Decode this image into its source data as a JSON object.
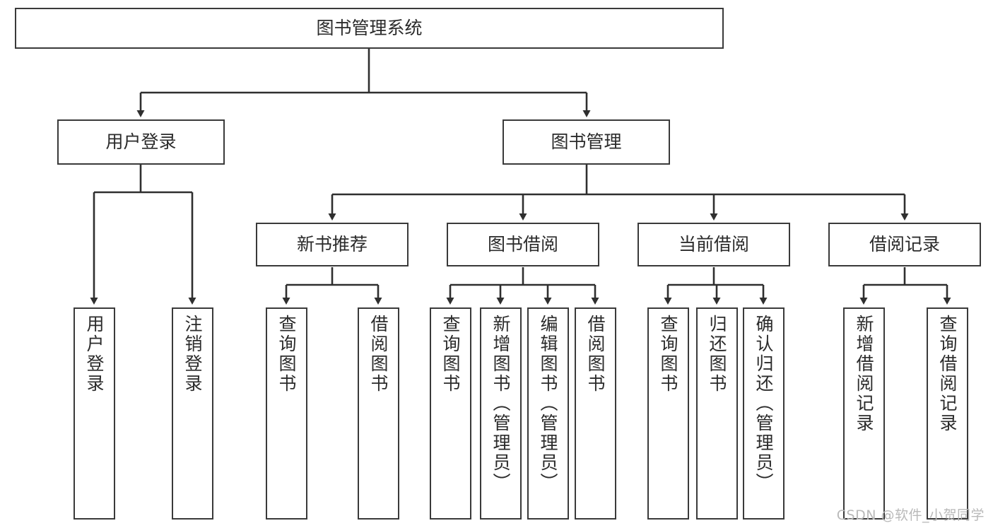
{
  "diagram": {
    "title": "图书管理系统",
    "type": "tree",
    "colors": {
      "box_border": "#3a3a3a",
      "box_fill": "#ffffff",
      "connector": "#2f2f2f",
      "text": "#2b2b2b",
      "watermark": "#b9b9b9",
      "background": "#ffffff"
    },
    "root": {
      "label": "图书管理系统"
    },
    "level2": [
      {
        "label": "用户登录"
      },
      {
        "label": "图书管理"
      }
    ],
    "level3": [
      {
        "label": "新书推荐"
      },
      {
        "label": "图书借阅"
      },
      {
        "label": "当前借阅"
      },
      {
        "label": "借阅记录"
      }
    ],
    "leaves": {
      "user_login": [
        {
          "label": "用户登录"
        },
        {
          "label": "注销登录"
        }
      ],
      "new_book": [
        {
          "label": "查询图书"
        },
        {
          "label": "借阅图书"
        }
      ],
      "book_borrow": [
        {
          "label": "查询图书"
        },
        {
          "label": "新增图书（管理员）"
        },
        {
          "label": "编辑图书（管理员）"
        },
        {
          "label": "借阅图书"
        }
      ],
      "current_borrow": [
        {
          "label": "查询图书"
        },
        {
          "label": "归还图书"
        },
        {
          "label": "确认归还（管理员）"
        }
      ],
      "borrow_record": [
        {
          "label": "新增借阅记录"
        },
        {
          "label": "查询借阅记录"
        }
      ]
    }
  },
  "watermark": {
    "text": "CSDN @软件_小贺同学"
  }
}
